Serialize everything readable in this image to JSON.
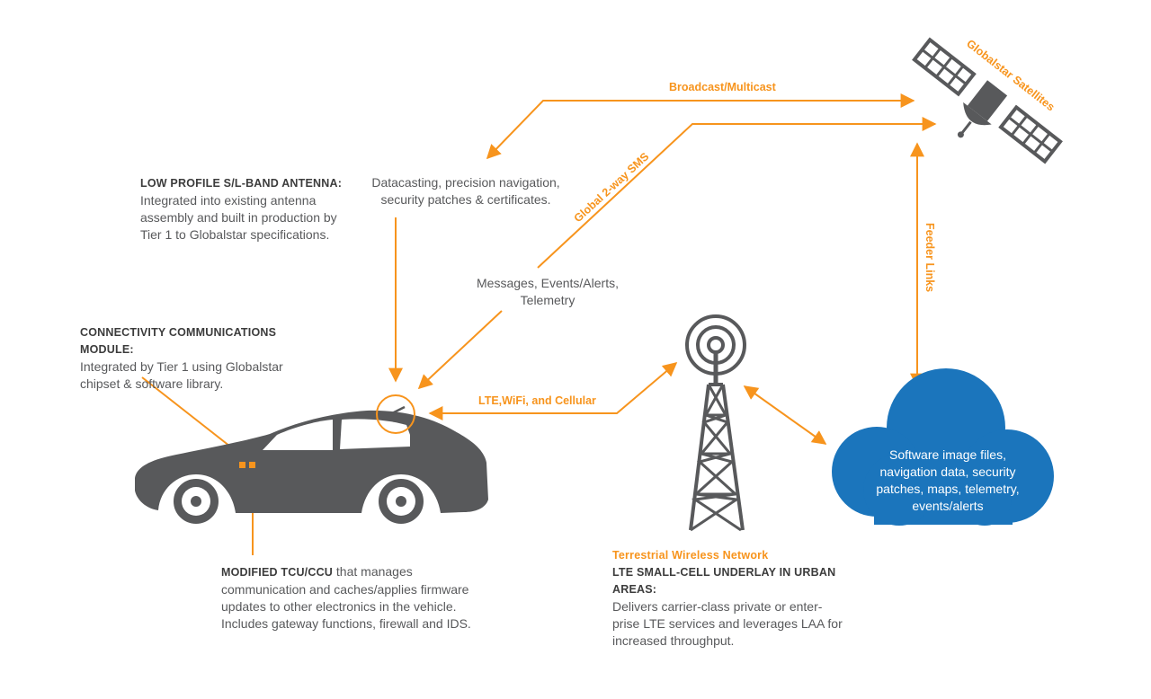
{
  "antenna": {
    "title": "LOW PROFILE S/L-BAND ANTENNA:",
    "body": "Integrated into existing antenna assembly and built in production by Tier 1 to Globalstar specifications."
  },
  "module": {
    "title": "CONNECTIVITY COMMUNICATIONS MODULE:",
    "body": "Integrated by Tier 1 using Globalstar chipset & software library."
  },
  "tcu": {
    "title": "MODIFIED TCU/CCU",
    "body": " that manages communication and caches/applies firmware updates to other electronics in the vehicle. Includes gateway functions, firewall and IDS."
  },
  "datacasting": "Datacasting, precision navigation, security patches & certificates.",
  "messages": "Messages, Events/Alerts, Telemetry",
  "labels": {
    "broadcast": "Broadcast/Multicast",
    "sms": "Global 2-way SMS",
    "satellites": "Globalstar Satellites",
    "feeder": "Feeder Links",
    "lte_wifi": "LTE,WiFi, and Cellular"
  },
  "terrestrial": {
    "network": "Terrestrial Wireless Network",
    "title": "LTE SMALL-CELL UNDERLAY IN URBAN AREAS:",
    "body": "Delivers carrier-class private or enter-prise LTE services and leverages LAA for increased throughput."
  },
  "cloud": "Software image files, navigation data, security patches, maps, telemetry, events/alerts",
  "colors": {
    "orange": "#f7941d",
    "dark": "#58595b",
    "cloud": "#1b75bc"
  }
}
